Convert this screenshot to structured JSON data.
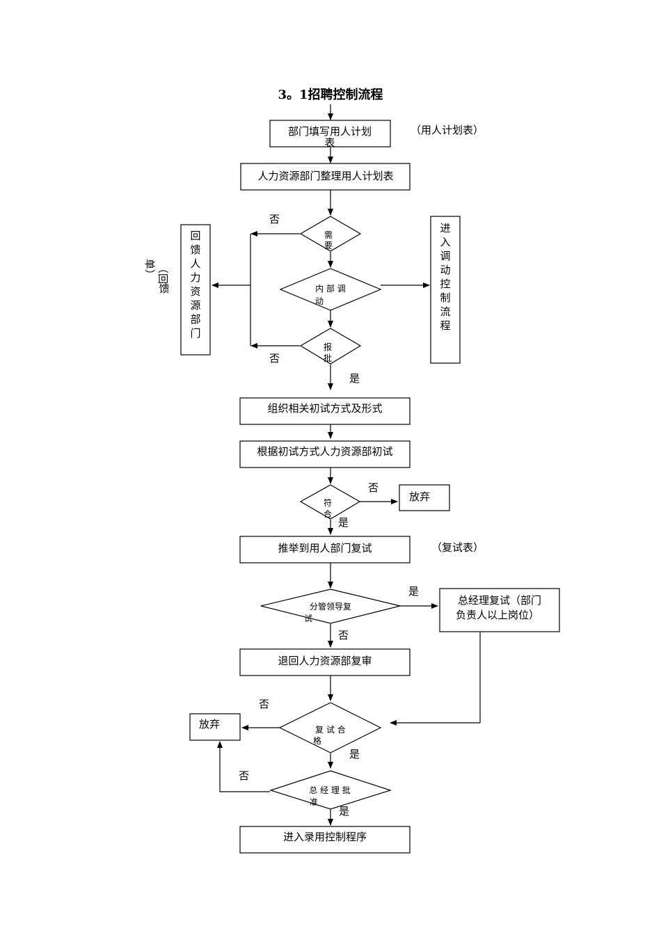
{
  "title": "3。1招聘控制流程",
  "nodes": {
    "dept_plan": [
      "部门填写用人计划",
      "表"
    ],
    "hr_organize": "人力资源部门整理用人计划表",
    "need": [
      "需",
      "要"
    ],
    "internal_transfer": [
      "内 部 调",
      "动"
    ],
    "approve": [
      "报",
      "批"
    ],
    "transfer_process": [
      "进",
      "入",
      "调",
      "动",
      "控",
      "制",
      "流",
      "程"
    ],
    "feedback_hr": [
      "回",
      "馈",
      "人",
      "力",
      "资",
      "源",
      "部",
      "门"
    ],
    "feedback_note": [
      "（回",
      "馈",
      "单）"
    ],
    "first_method": "组织相关初试方式及形式",
    "first_interview": "根据初试方式人力资源部初试",
    "qualified": [
      "符",
      "合"
    ],
    "give_up_1": "放弃",
    "recommend": "推举到用人部门复试",
    "leader_review": [
      "分管领导复",
      "试"
    ],
    "gm_review": [
      "总经理复试（部门",
      "负责人以上岗位）"
    ],
    "return_hr": "退回人力资源部复审",
    "review_pass": [
      "复 试 合",
      "格"
    ],
    "give_up_2": "放弃",
    "gm_approve": [
      "总 经 理 批",
      "准"
    ],
    "enter_hiring": "进入录用控制程序"
  },
  "notes": {
    "plan_form": "（用人计划表）",
    "review_form": "（复试表）"
  },
  "labels": {
    "no": "否",
    "yes": "是"
  }
}
